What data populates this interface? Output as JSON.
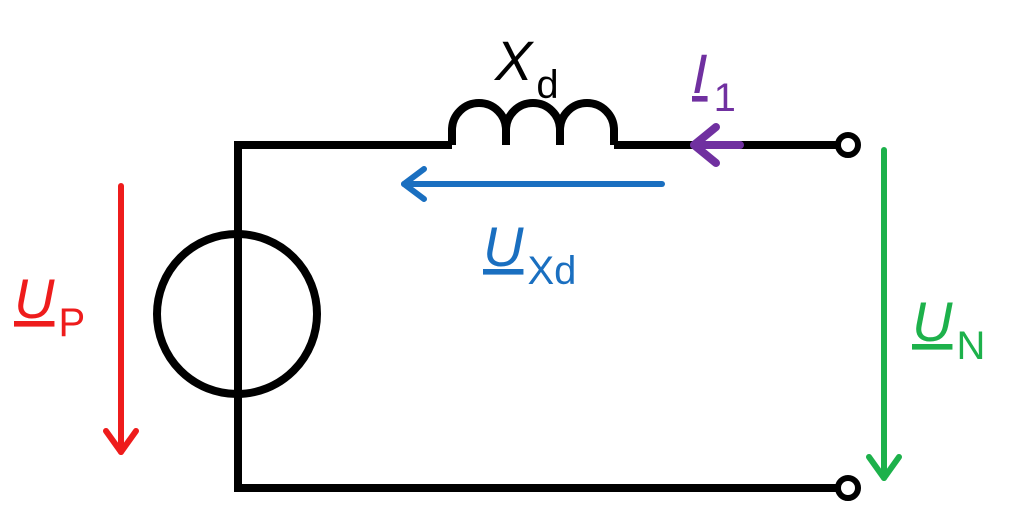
{
  "colors": {
    "wire": "#000000",
    "up": "#ee1c1c",
    "uxd": "#1a6fc0",
    "i1": "#7030a0",
    "un": "#1db14b"
  },
  "labels": {
    "xd": {
      "main": "X",
      "sub": "d"
    },
    "i1": {
      "main": "I",
      "sub": "1"
    },
    "uxd": {
      "main": "U",
      "sub": "Xd"
    },
    "up": {
      "main": "U",
      "sub": "P"
    },
    "un": {
      "main": "U",
      "sub": "N"
    }
  }
}
